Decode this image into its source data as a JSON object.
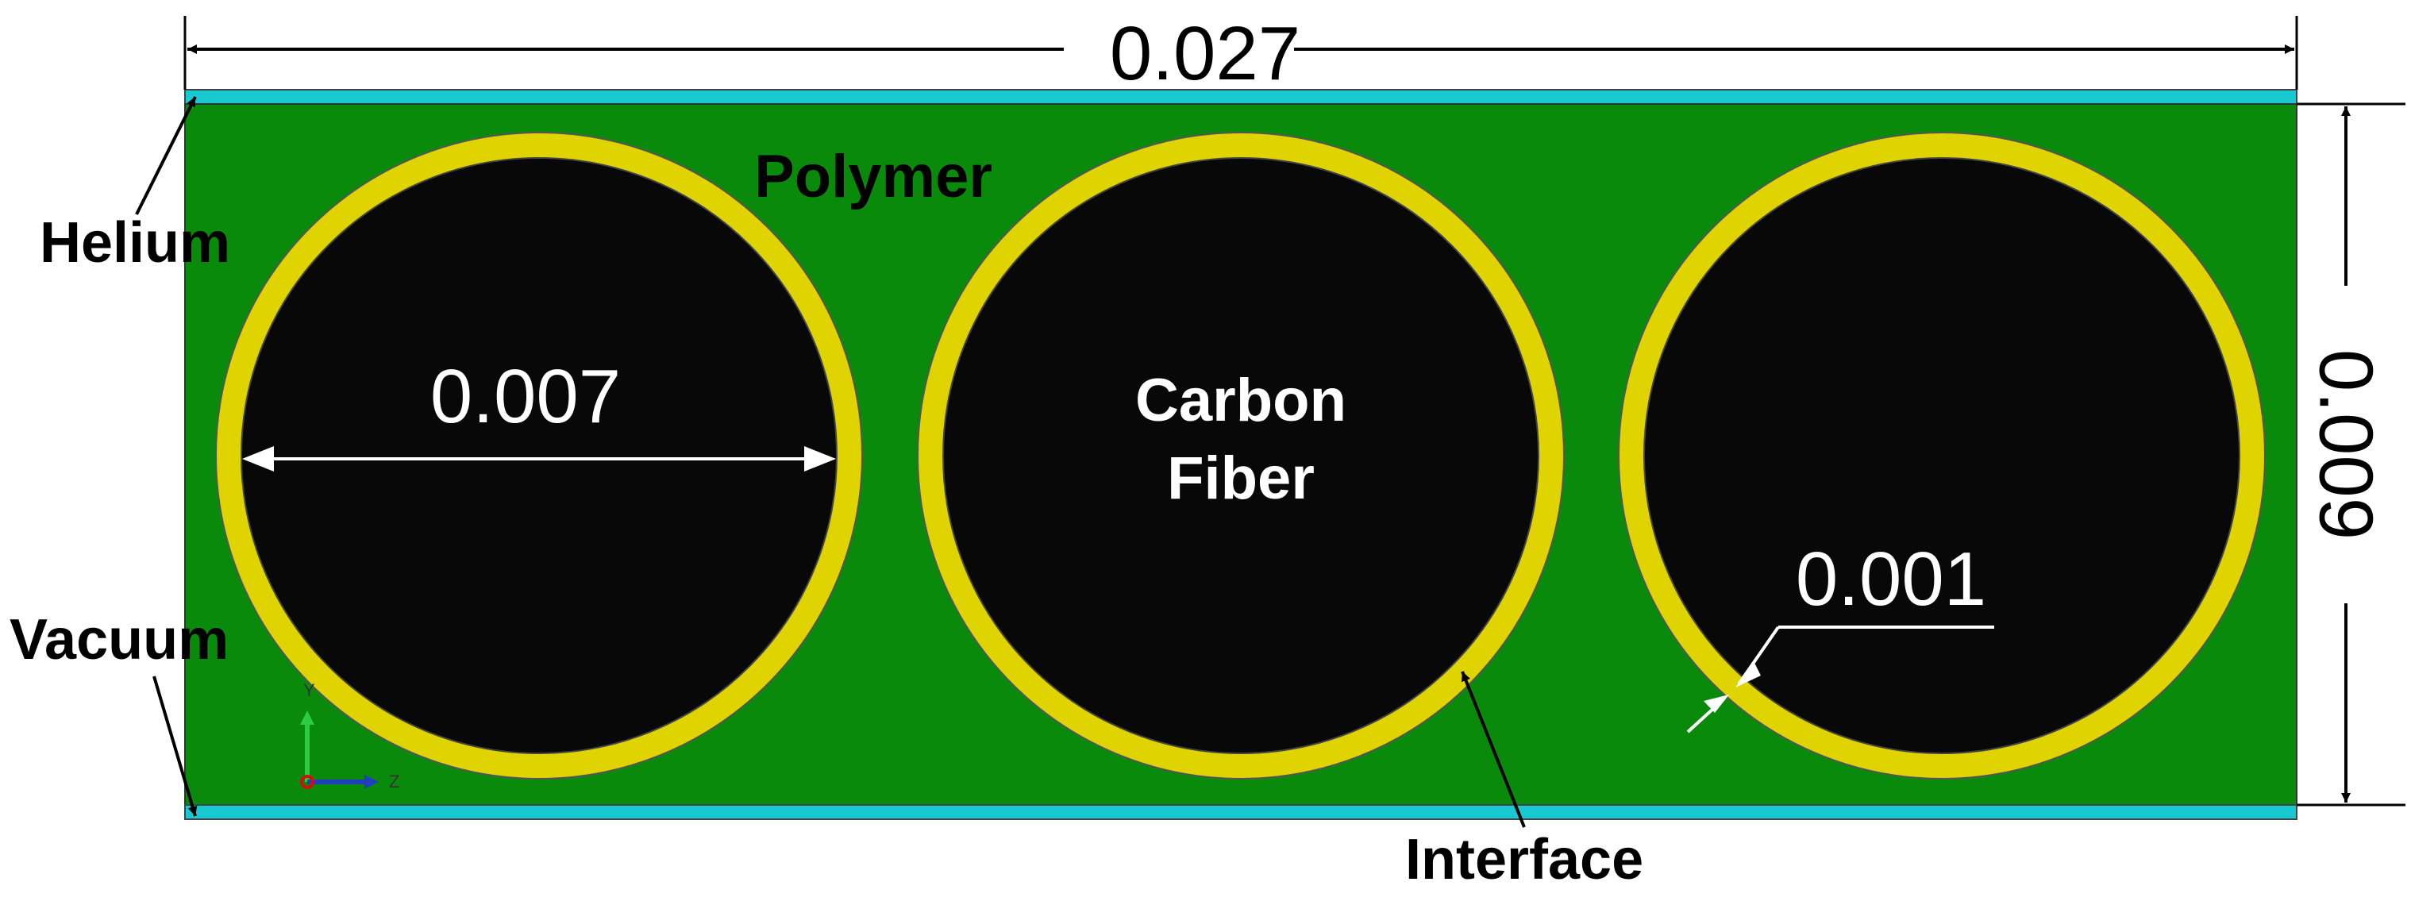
{
  "dimensions": {
    "overall_width": "0.027",
    "overall_height": "0.009",
    "fiber_diameter": "0.007",
    "interface_thickness": "0.001"
  },
  "labels": {
    "polymer": "Polymer",
    "carbon_fiber_line1": "Carbon",
    "carbon_fiber_line2": "Fiber",
    "helium": "Helium",
    "vacuum": "Vacuum",
    "interface": "Interface"
  },
  "triad": {
    "y": "Y",
    "z": "Z"
  },
  "colors": {
    "polymer": "#0a8a0a",
    "carbon_fiber": "#080808",
    "interface": "#e0d400",
    "helium": "#19c9d2",
    "vacuum": "#19c9d2",
    "dimension_white": "#ffffff",
    "dimension_black": "#000000"
  }
}
